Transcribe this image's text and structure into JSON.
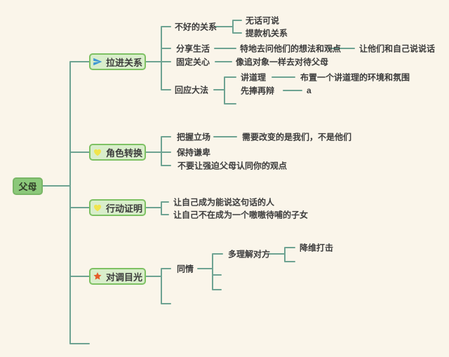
{
  "colors": {
    "background": "#faf5ea",
    "connector_line": "#6ea392",
    "root_fill": "#8bc87a",
    "branch_fill": "#d9eecb",
    "branch_border": "#7ec163",
    "text": "#3c3c3c",
    "paper_plane_blue": "#3e97d4",
    "heart_yellow": "#f0e44e",
    "star_orange": "#e55c2a"
  },
  "mindmap": {
    "root": {
      "label": "父母"
    },
    "branches": [
      {
        "label": "拉进关系",
        "icon": "paper-plane-icon",
        "children": [
          {
            "label": "不好的关系",
            "children": [
              {
                "label": "无话可说"
              },
              {
                "label": "提款机关系"
              }
            ]
          },
          {
            "label": "分享生活",
            "children": [
              {
                "label": "特地去问他们的想法和观点",
                "children": [
                  {
                    "label": "让他们和自己说说话"
                  }
                ]
              }
            ]
          },
          {
            "label": "固定关心",
            "children": [
              {
                "label": "像追对象一样去对待父母"
              }
            ]
          },
          {
            "label": "回应大法",
            "children": [
              {
                "label": "讲道理",
                "children": [
                  {
                    "label": "布置一个讲道理的环境和氛围"
                  }
                ]
              },
              {
                "label": "先捧再辩",
                "children": [
                  {
                    "label": "a"
                  }
                ]
              }
            ]
          }
        ]
      },
      {
        "label": "角色转换",
        "icon": "heart-icon",
        "children": [
          {
            "label": "把握立场",
            "children": [
              {
                "label": "需要改变的是我们，不是他们"
              }
            ]
          },
          {
            "label": "保持谦卑"
          },
          {
            "label": "不要让强迫父母认同你的观点"
          }
        ]
      },
      {
        "label": "行动证明",
        "icon": "heart-icon",
        "children": [
          {
            "label": "让自己成为能说这句话的人"
          },
          {
            "label": "让自己不在成为一个嗷嗷待哺的子女"
          }
        ]
      },
      {
        "label": "对调目光",
        "icon": "star-icon",
        "children": [
          {
            "label": "同情",
            "children": [
              {
                "label": "多理解对方",
                "children": [
                  {
                    "label": "降维打击"
                  }
                ]
              }
            ]
          }
        ]
      }
    ]
  }
}
